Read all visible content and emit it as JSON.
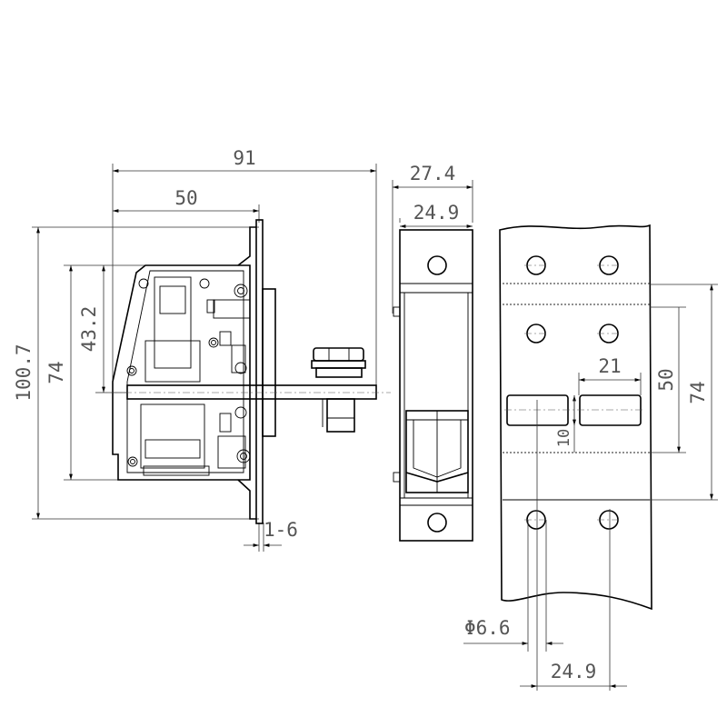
{
  "side_view": {
    "overall_depth": "91",
    "depth_to_plate": "50",
    "overall_height": "100.7",
    "body_height": "74",
    "axis_height": "43.2",
    "plate_thickness": "1-6"
  },
  "front_view": {
    "outer_width": "27.4",
    "inner_width": "24.9"
  },
  "cutout_view": {
    "slot_width": "21",
    "slot_to_edge": "50",
    "cutout_height": "74",
    "slot_height": "10",
    "hole_diameter": "Φ6.6",
    "hole_spacing": "24.9"
  }
}
